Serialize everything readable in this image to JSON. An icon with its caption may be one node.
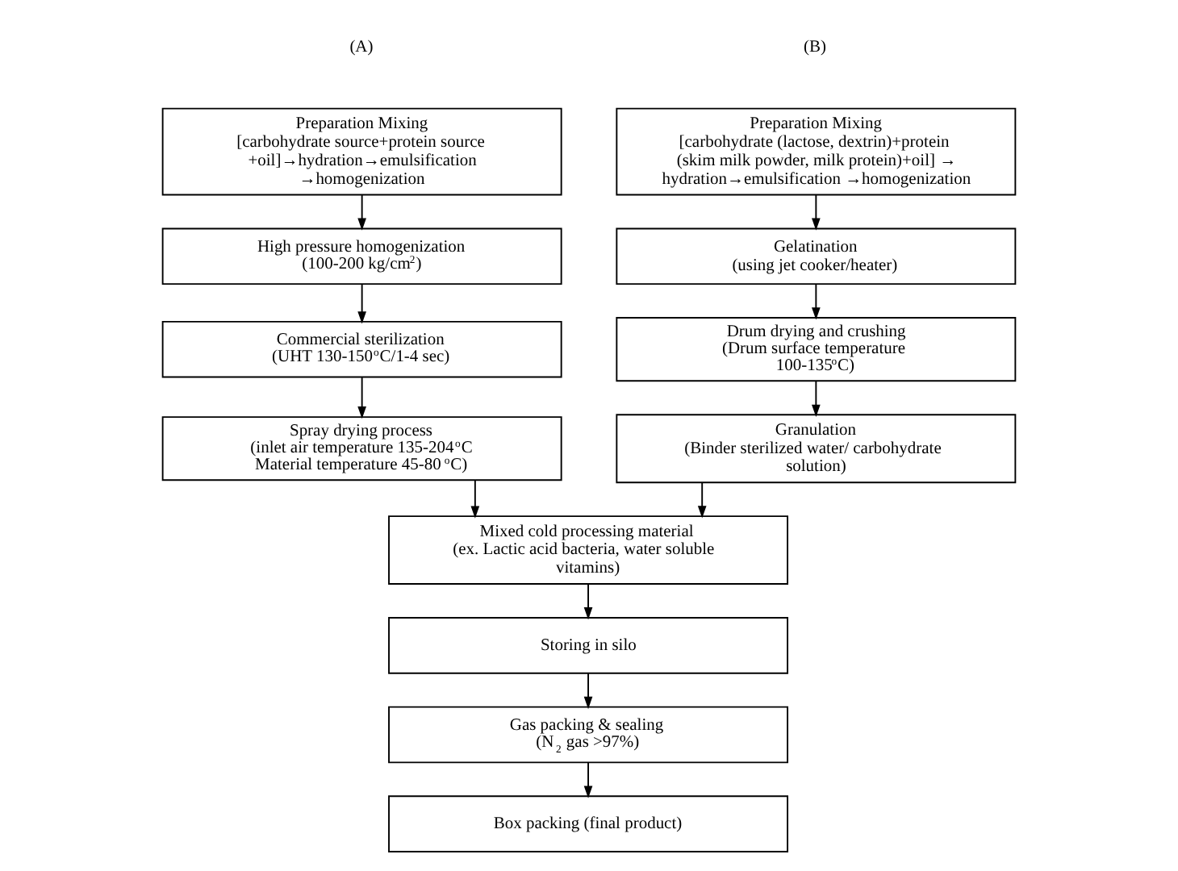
{
  "diagram": {
    "nodes": [
      {
        "text": [
          "Preparation Mixing",
          "[carbohydrate source+protein source +oil]→hydration→emulsification →homogenization"
        ]
      },
      {
        "text": [
          "High pressure homogenization",
          "(100-200 kg/cm$^{2}$)"
        ]
      },
      {
        "text": [
          "Commercial sterilization",
          "(UHT 130-150$^{o}$C/1-4 sec)"
        ]
      },
      {
        "text": [
          "Spray drying process",
          "(inlet air temperature 135-204$^{o}$C Material temperature 45-80$^{o}$C)"
        ]
      },
      {
        "text": [
          "Preparation Mixing",
          "[carbohydrate (lactose, dextrin)+protein (skim milk powder, milk protein)+oil] → hydration→emulsification →homogenization"
        ]
      },
      {
        "text": [
          "Gelatination",
          "(using jet cooker/heater)"
        ]
      },
      {
        "text": [
          "Drum drying and crushing",
          "(Drum surface temperature 100-135$^{o}$C)"
        ]
      },
      {
        "text": [
          "Granulation",
          "(Binder sterilized water/ carbohydrate solution)"
        ]
      },
      {
        "text": [
          "Mixed cold processing material",
          "(ex. Lactic acid bacteria, water soluble vitamins)"
        ]
      },
      {
        "text": [
          "Storing in silo"
        ]
      },
      {
        "text": [
          "Gas packing & sealing",
          "(N$_{2}$ gas >97%)"
        ]
      },
      {
        "text": [
          "Box packing (final product)"
        ]
      }
    ],
    "edges": [
      {
        "from": 0,
        "to": 1,
        "arrow": "to"
      },
      {
        "from": 1,
        "to": 2,
        "arrow": "to"
      },
      {
        "from": 2,
        "to": 3,
        "arrow": "to"
      },
      {
        "from": 4,
        "to": 5,
        "arrow": "to"
      },
      {
        "from": 5,
        "to": 6,
        "arrow": "to"
      },
      {
        "from": 6,
        "to": 7,
        "arrow": "to"
      },
      {
        "from": 3,
        "to": 8,
        "arrow": "to"
      },
      {
        "from": 7,
        "to": 8,
        "arrow": "to"
      },
      {
        "from": 8,
        "to": 9,
        "arrow": "to"
      },
      {
        "from": 9,
        "to": 10,
        "arrow": "to"
      },
      {
        "from": 10,
        "to": 11,
        "arrow": "to"
      }
    ],
    "labels": [
      "(A)",
      "(B)"
    ]
  }
}
